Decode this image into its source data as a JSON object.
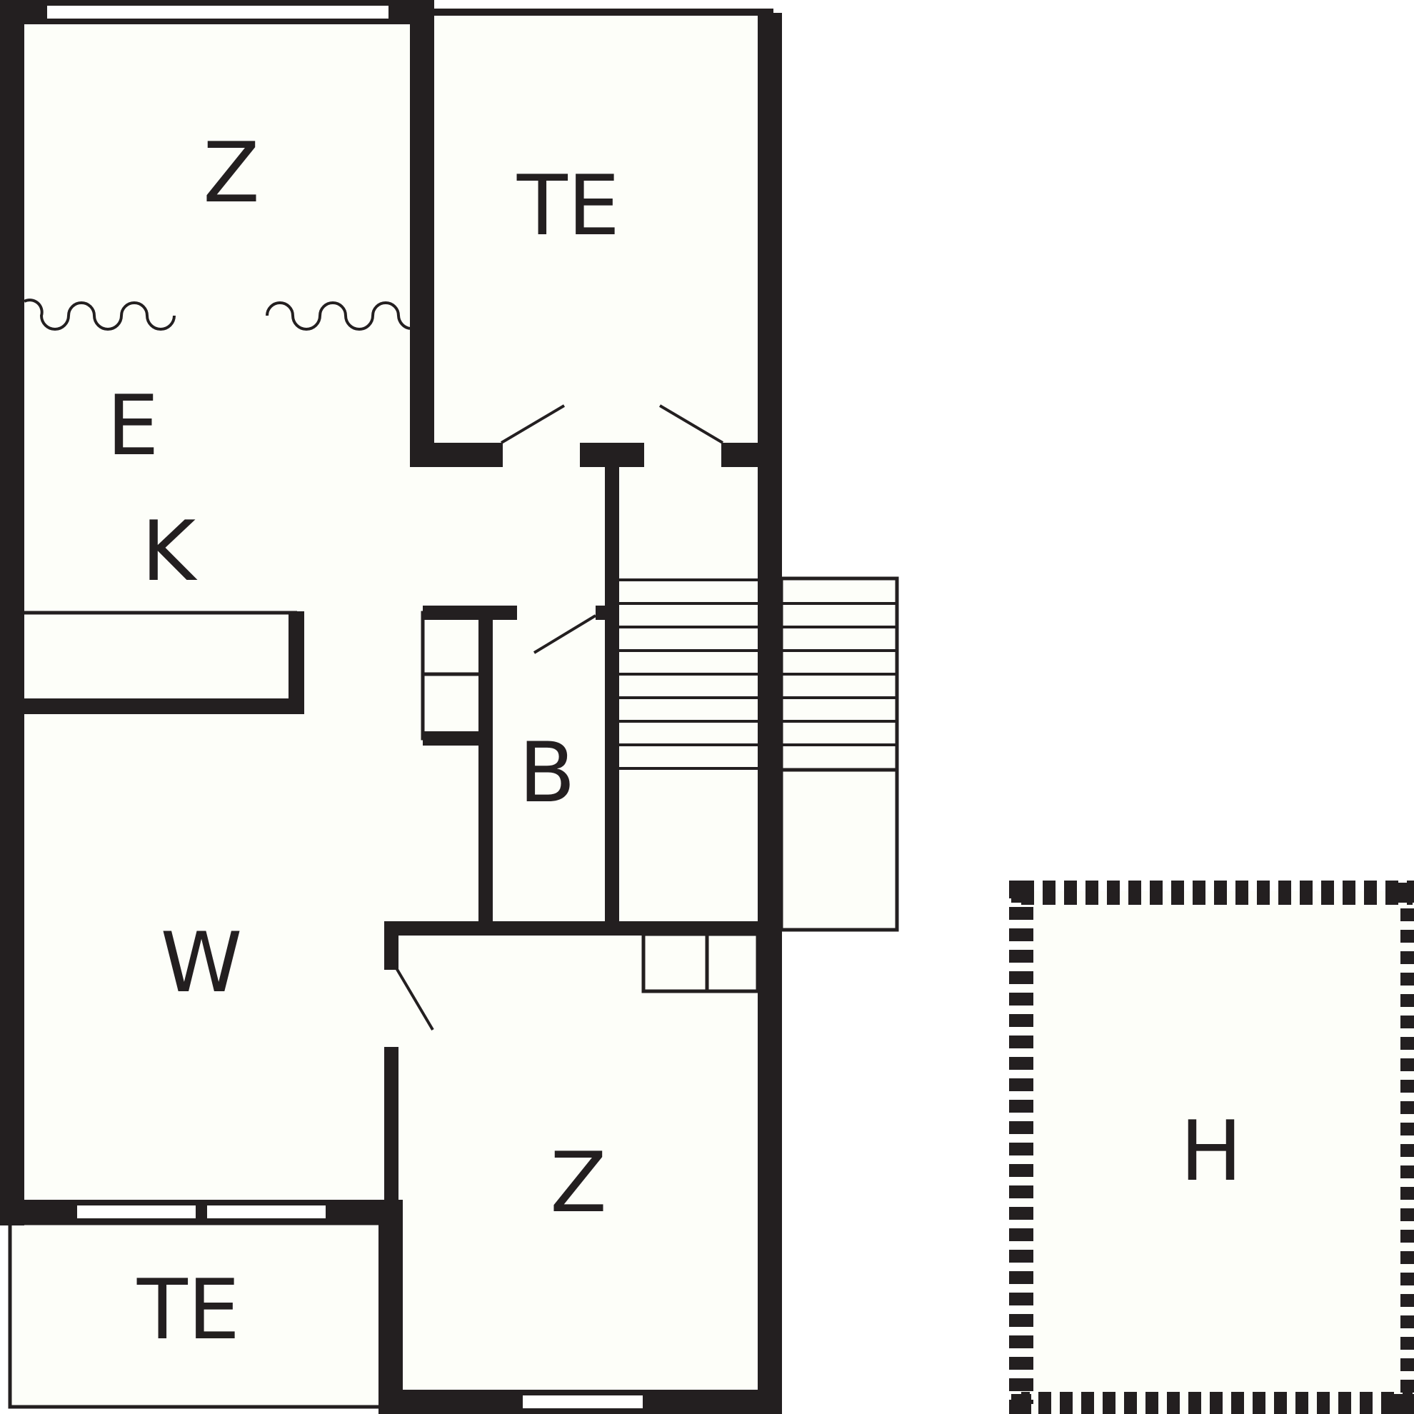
{
  "floorplan": {
    "colors": {
      "wall": "#231f20",
      "floor": "#fdfef9",
      "background": "#ffffff"
    },
    "rooms": [
      {
        "id": "z-top",
        "label": "Z"
      },
      {
        "id": "te-top",
        "label": "TE"
      },
      {
        "id": "e",
        "label": "E"
      },
      {
        "id": "k",
        "label": "K"
      },
      {
        "id": "b",
        "label": "B"
      },
      {
        "id": "w",
        "label": "W"
      },
      {
        "id": "z-bottom",
        "label": "Z"
      },
      {
        "id": "te-bottom",
        "label": "TE"
      },
      {
        "id": "h",
        "label": "H"
      }
    ]
  }
}
